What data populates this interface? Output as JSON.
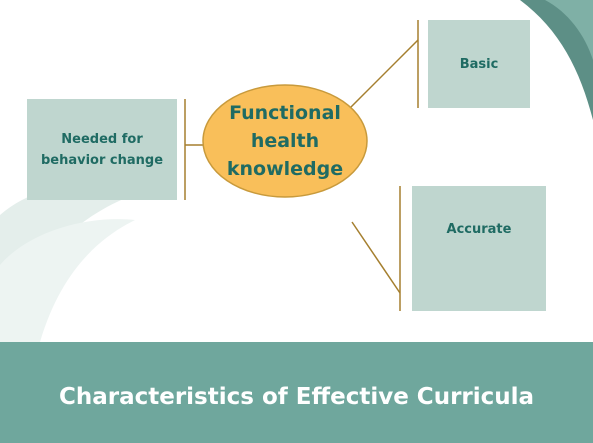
{
  "diagram": {
    "center": {
      "label": "Functional\nhealth\nknowledge"
    },
    "nodes": [
      {
        "id": "needed",
        "label": "Needed for behavior change"
      },
      {
        "id": "basic",
        "label": "Basic"
      },
      {
        "id": "accurate",
        "label": "Accurate"
      }
    ]
  },
  "footer": {
    "title": "Characteristics of Effective Curricula"
  },
  "colors": {
    "box_fill": "#bfd6cf",
    "ellipse_fill": "#f9bf5a",
    "ellipse_stroke": "#c89a3c",
    "connector": "#a57f2f",
    "text_accent": "#1f6b63",
    "footer_fill": "#6fa79d",
    "swoosh": "#e4eeeb"
  }
}
